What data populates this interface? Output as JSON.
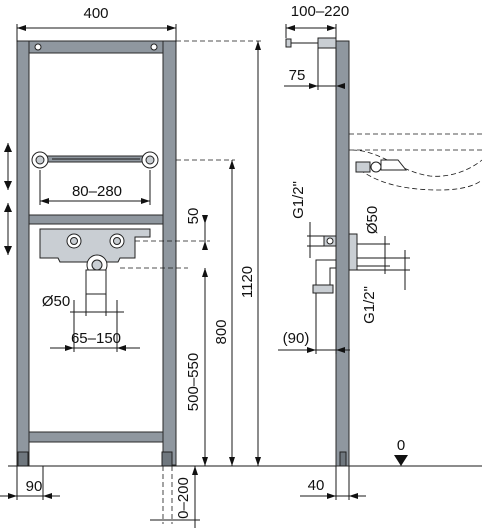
{
  "dimensions": {
    "width": "400",
    "side_depth": "100–220",
    "side_75": "75",
    "traverse": "80–280",
    "height_50": "50",
    "frame_height": "1120",
    "height_800": "800",
    "inlet_height": "500–550",
    "drain_dia": "Ø50",
    "drain_spacing": "65–150",
    "side_thread_top": "G1/2\"",
    "side_thread_bottom": "G1/2\"",
    "side_drain_dia": "Ø50",
    "side_90": "(90)",
    "foot_90": "90",
    "foot_adjust": "0–200",
    "side_foot_40": "40",
    "floor_zero": "0"
  },
  "colors": {
    "frame_steel": "#8f979f",
    "frame_steel_dark": "#6f777e",
    "lines": "#1a1a1a"
  }
}
